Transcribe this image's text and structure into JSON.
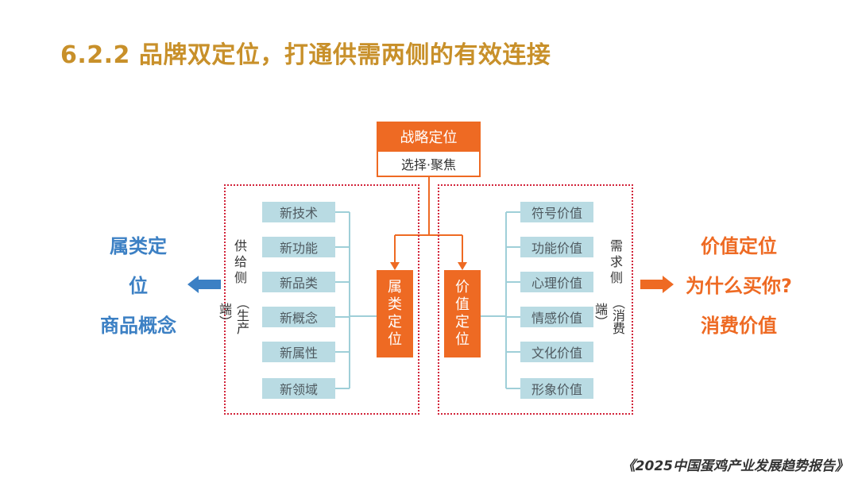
{
  "title": "6.2.2  品牌双定位，打通供需两侧的有效连接",
  "strategy": {
    "label": "战略定位",
    "sub": "选择·聚焦"
  },
  "supply": {
    "side_label": "供给侧",
    "side_sub": "（生产端）",
    "items": [
      "新技术",
      "新功能",
      "新品类",
      "新概念",
      "新属性",
      "新领域"
    ],
    "center_label": "属类定位"
  },
  "demand": {
    "side_label": "需求侧",
    "side_sub": "（消费端）",
    "items": [
      "符号价值",
      "功能价值",
      "心理价值",
      "情感价值",
      "文化价值",
      "形象价值"
    ],
    "center_label": "价值定位"
  },
  "left_callout": {
    "line1": "属类定",
    "line2": "位",
    "line3": "商品概念",
    "arrow_icon": "arrow-left-icon"
  },
  "right_callout": {
    "line1": "价值定位",
    "line2": "为什么买你?",
    "line3": "消费价值",
    "arrow_icon": "arrow-right-icon"
  },
  "footer": "《2025中国蛋鸡产业发展趋势报告》",
  "colors": {
    "title": "#c8902a",
    "orange": "#ee6a23",
    "item_fill": "#b9dbe3",
    "frame": "#d2243a",
    "blue": "#3c80c4",
    "connector": "#9fcfd8"
  }
}
